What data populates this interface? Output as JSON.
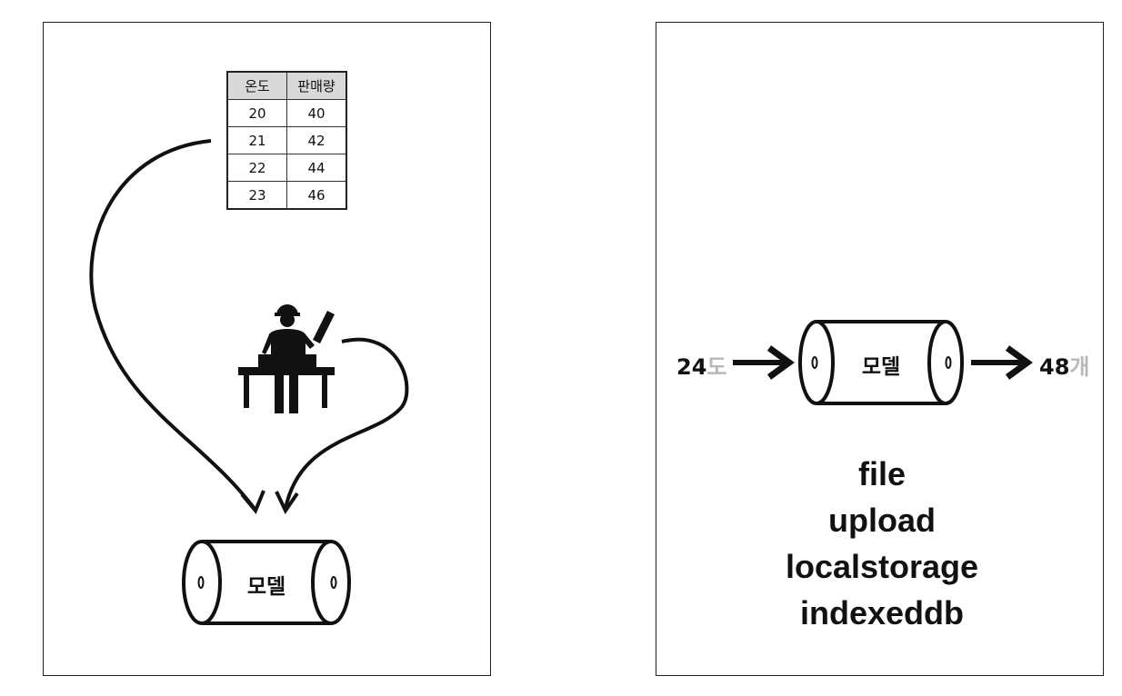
{
  "left_panel": {
    "table": {
      "headers": [
        "온도",
        "판매량"
      ],
      "rows": [
        [
          "20",
          "40"
        ],
        [
          "21",
          "42"
        ],
        [
          "22",
          "44"
        ],
        [
          "23",
          "46"
        ]
      ]
    },
    "model_label": "모델",
    "worker_icon": "worker-at-workbench-icon"
  },
  "right_panel": {
    "input_value": "24",
    "input_unit": "도",
    "model_label": "모델",
    "output_value": "48",
    "output_unit": "개",
    "storage_options": [
      "file",
      "upload",
      "localstorage",
      "indexeddb"
    ]
  }
}
